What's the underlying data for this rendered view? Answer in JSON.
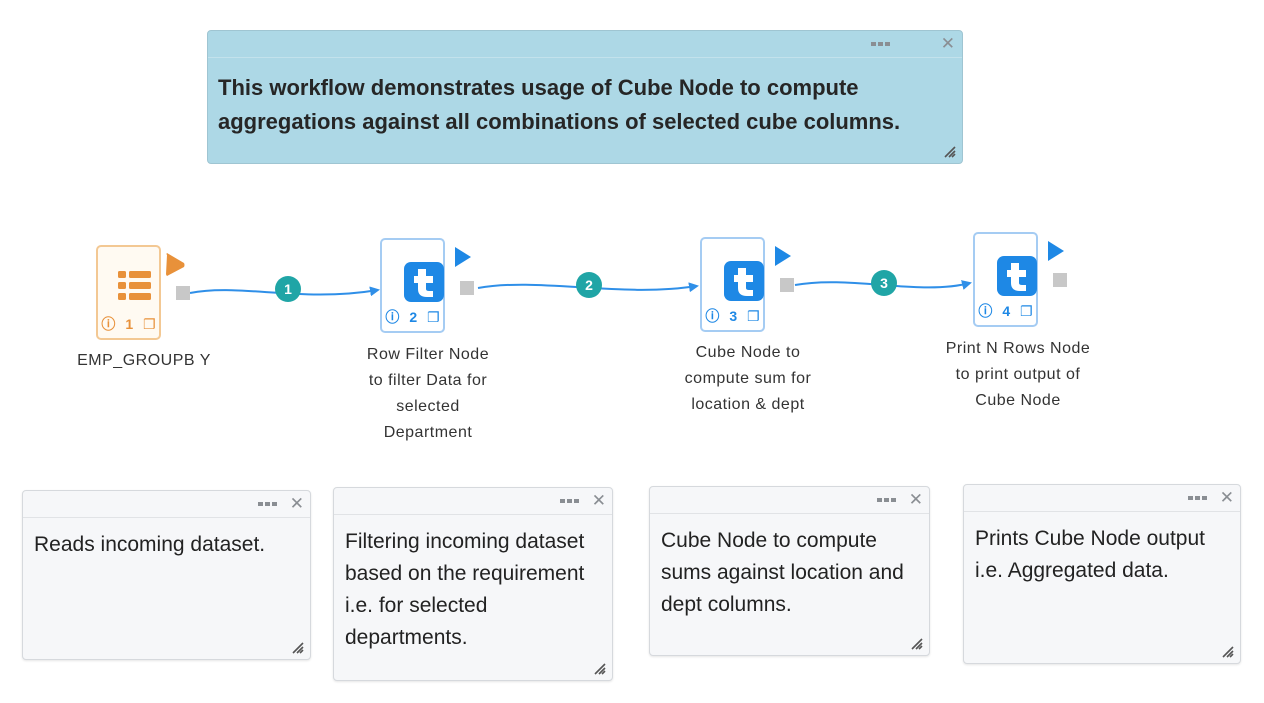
{
  "header_note": {
    "text": "This workflow demonstrates usage of Cube Node to compute aggregations against all combinations of selected cube columns."
  },
  "colors": {
    "note_blue": "#add8e6",
    "node_blue": "#1e88e5",
    "node_orange": "#e8913a",
    "badge_teal": "#20a5a6",
    "edge_blue": "#2f8fe8"
  },
  "nodes": [
    {
      "id": "1",
      "icon": "table-icon",
      "label": "EMP_GROUPB Y"
    },
    {
      "id": "2",
      "icon": "t-letter-icon",
      "label": "Row Filter Node to filter Data for selected Department"
    },
    {
      "id": "3",
      "icon": "t-letter-icon",
      "label": "Cube Node to compute sum for location & dept"
    },
    {
      "id": "4",
      "icon": "t-letter-icon",
      "label": "Print N Rows Node to print output of Cube Node"
    }
  ],
  "edges": [
    {
      "badge": "1"
    },
    {
      "badge": "2"
    },
    {
      "badge": "3"
    }
  ],
  "notes": [
    {
      "text": "Reads incoming dataset."
    },
    {
      "text": "Filtering incoming dataset based on the requirement i.e. for selected departments."
    },
    {
      "text": "Cube Node to compute sums against location and dept columns."
    },
    {
      "text": "Prints Cube Node output i.e. Aggregated data."
    }
  ]
}
